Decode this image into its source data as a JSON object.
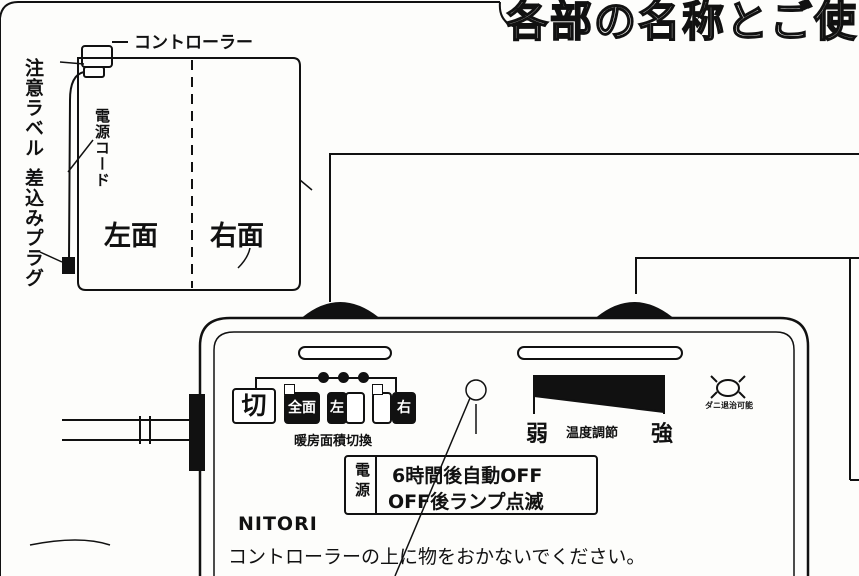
{
  "title": "各部の名称とご使",
  "blanket": {
    "controller_label": "コントローラー",
    "left_labels": [
      "注意ラベル",
      "電源コード",
      "差込みプラグ"
    ],
    "left_face": "左面",
    "right_face": "右面"
  },
  "controller": {
    "switch": {
      "off": "切",
      "full": "全面",
      "left": "左",
      "right": "右"
    },
    "area_switch_label": "暖房面積切換",
    "temp": {
      "weak": "弱",
      "label": "温度調節",
      "strong": "強"
    },
    "mite_label": "ダニ退治可能",
    "power_label": "電源",
    "power_notes": [
      "6時間後自動OFF",
      "OFF後ランプ点滅"
    ],
    "brand": "NITORI",
    "caution": "コントローラーの上に物をおかないでください。"
  }
}
